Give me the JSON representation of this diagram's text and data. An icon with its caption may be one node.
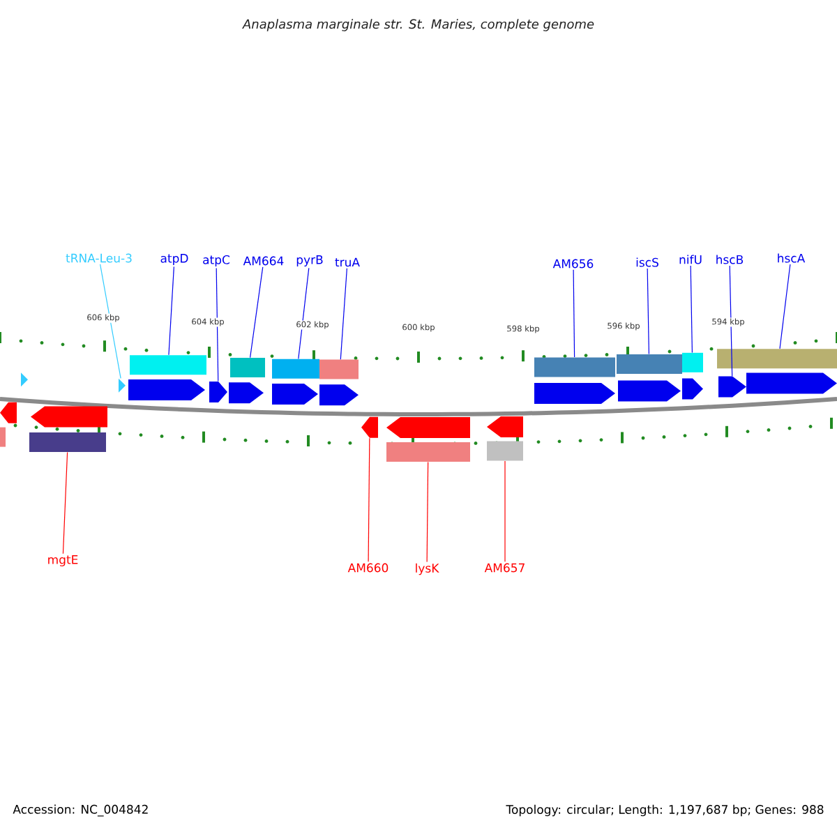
{
  "diagram": {
    "title": "Anaplasma marginale str. St. Maries, complete genome",
    "nodes": [
      {
        "text": [
          "tRNA-Leu-3"
        ]
      },
      {
        "text": [
          "atpD"
        ]
      },
      {
        "text": [
          "atpC"
        ]
      },
      {
        "text": [
          "AM664"
        ]
      },
      {
        "text": [
          "pyrB"
        ]
      },
      {
        "text": [
          "truA"
        ]
      },
      {
        "text": [
          "AM656"
        ]
      },
      {
        "text": [
          "iscS"
        ]
      },
      {
        "text": [
          "nifU"
        ]
      },
      {
        "text": [
          "hscB"
        ]
      },
      {
        "text": [
          "hscA"
        ]
      },
      {
        "text": [
          "mgtE"
        ]
      },
      {
        "text": [
          "AM660"
        ]
      },
      {
        "text": [
          "lysK"
        ]
      },
      {
        "text": [
          "AM657"
        ]
      },
      {
        "text": [],
        "shape": "arrow"
      },
      {
        "text": [],
        "shape": "arrow"
      },
      {
        "text": [],
        "shape": "arrow"
      },
      {
        "text": [],
        "shape": "arrow"
      },
      {
        "text": [],
        "shape": "arrow"
      },
      {
        "text": [],
        "shape": "arrow"
      },
      {
        "text": [],
        "shape": "arrow"
      },
      {
        "text": [],
        "shape": "arrow"
      },
      {
        "text": [],
        "shape": "arrow"
      },
      {
        "text": [],
        "shape": "arrow"
      },
      {
        "text": [],
        "shape": "arrow"
      },
      {
        "text": [],
        "shape": "arrow"
      },
      {
        "text": [],
        "shape": "arrow"
      },
      {
        "text": [],
        "shape": "arrow"
      },
      {
        "text": [],
        "shape": "arrow"
      },
      {
        "text": [],
        "shape": "arrow"
      },
      {
        "text": [],
        "shape": "arrow"
      }
    ],
    "edges": [
      {
        "from": 0,
        "to": 15,
        "arrow": "none",
        "color": "#33ccff"
      },
      {
        "from": 1,
        "to": 16,
        "arrow": "none"
      },
      {
        "from": 2,
        "to": 17,
        "arrow": "none"
      },
      {
        "from": 3,
        "to": 18,
        "arrow": "none"
      },
      {
        "from": 4,
        "to": 19,
        "arrow": "none"
      },
      {
        "from": 5,
        "to": 20,
        "arrow": "none"
      },
      {
        "from": 6,
        "to": 21,
        "arrow": "none"
      },
      {
        "from": 7,
        "to": 22,
        "arrow": "none"
      },
      {
        "from": 8,
        "to": 23,
        "arrow": "none"
      },
      {
        "from": 9,
        "to": 24,
        "arrow": "none"
      },
      {
        "from": 10,
        "to": 25,
        "arrow": "none"
      },
      {
        "from": 11,
        "to": 26,
        "arrow": "none",
        "color": "#ff0000"
      },
      {
        "from": 12,
        "to": 27,
        "arrow": "none",
        "color": "#ff0000"
      },
      {
        "from": 13,
        "to": 28,
        "arrow": "none",
        "color": "#ff0000"
      },
      {
        "from": 14,
        "to": 29,
        "arrow": "none",
        "color": "#ff0000"
      }
    ],
    "labels": [
      "606 kbp",
      "604 kbp",
      "602 kbp",
      "600 kbp",
      "598 kbp",
      "596 kbp",
      "594 kbp",
      "Accession: NC_004842",
      "Topology: circular; Length: 1,197,687 bp; Genes: 988"
    ]
  }
}
